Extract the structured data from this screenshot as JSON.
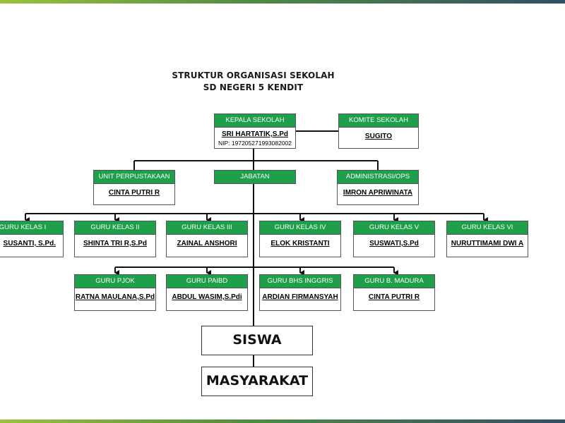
{
  "colors": {
    "header_green": "#1ea04a",
    "line": "#111111",
    "band_start": "#9bc23c",
    "band_end": "#2f4f66"
  },
  "title": {
    "line1": "STRUKTUR ORGANISASI SEKOLAH",
    "line2": "SD NEGERI 5 KENDIT"
  },
  "nodes": {
    "kepala": {
      "role": "KEPALA SEKOLAH",
      "name": "SRI HARTATIK,S.Pd",
      "nip": "NIP: 197205271993082002"
    },
    "komite": {
      "role": "KOMITE SEKOLAH",
      "name": "SUGITO"
    },
    "perpustakaan": {
      "role": "UNIT PERPUSTAKAAN",
      "name": "CINTA PUTRI R"
    },
    "jabatan": {
      "role": "JABATAN"
    },
    "administrasi": {
      "role": "ADMINISTRASI/OPS",
      "name": "IMRON APRIWINATA"
    },
    "kelas1": {
      "role": "GURU KELAS I",
      "name": "SUSANTI, S.Pd."
    },
    "kelas2": {
      "role": "GURU KELAS II",
      "name": "SHINTA TRI R,S.Pd"
    },
    "kelas3": {
      "role": "GURU KELAS III",
      "name": "ZAINAL ANSHORI"
    },
    "kelas4": {
      "role": "GURU KELAS IV",
      "name": "ELOK KRISTANTI"
    },
    "kelas5": {
      "role": "GURU KELAS V",
      "name": "SUSWATI,S.Pd"
    },
    "kelas6": {
      "role": "GURU KELAS VI",
      "name": "NURUTTIMAMI DWI A"
    },
    "pjok": {
      "role": "GURU PJOK",
      "name": "RATNA MAULANA,S.Pd"
    },
    "paibd": {
      "role": "GURU PAIBD",
      "name": "ABDUL WASIM,S.Pdi"
    },
    "inggris": {
      "role": "GURU BHS INGGRIS",
      "name": "ARDIAN FIRMANSYAH"
    },
    "madura": {
      "role": "GURU B. MADURA",
      "name": "CINTA PUTRI R"
    },
    "siswa": {
      "label": "SISWA"
    },
    "masyarakat": {
      "label": "MASYARAKAT"
    }
  }
}
